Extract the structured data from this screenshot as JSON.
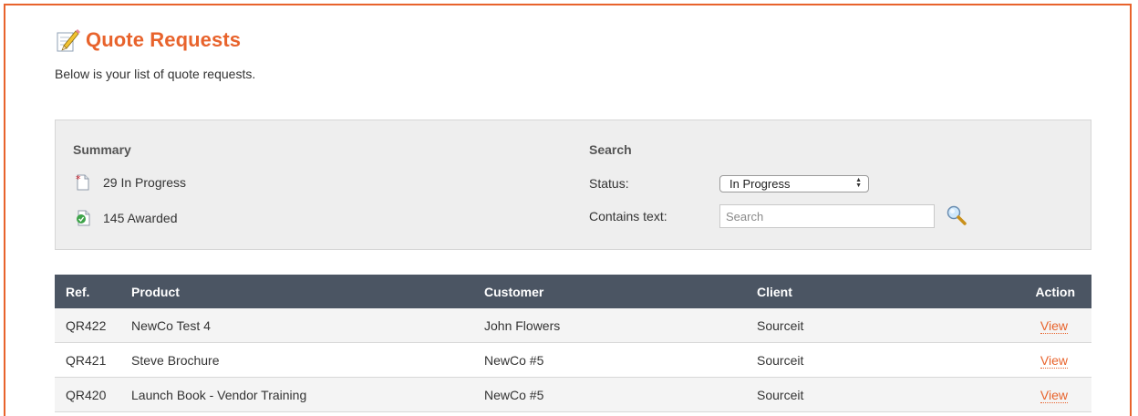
{
  "header": {
    "title": "Quote Requests",
    "subtitle": "Below is your list of quote requests."
  },
  "summary": {
    "title": "Summary",
    "in_progress": "29 In Progress",
    "awarded": "145 Awarded"
  },
  "search": {
    "title": "Search",
    "status_label": "Status:",
    "status_value": "In Progress",
    "contains_label": "Contains text:",
    "contains_placeholder": "Search",
    "contains_value": ""
  },
  "table": {
    "columns": {
      "ref": "Ref.",
      "product": "Product",
      "customer": "Customer",
      "client": "Client",
      "action": "Action"
    },
    "rows": [
      {
        "ref": "QR422",
        "product": "NewCo Test 4",
        "customer": "John Flowers",
        "client": "Sourceit",
        "action": "View"
      },
      {
        "ref": "QR421",
        "product": "Steve Brochure",
        "customer": "NewCo #5",
        "client": "Sourceit",
        "action": "View"
      },
      {
        "ref": "QR420",
        "product": "Launch Book - Vendor Training",
        "customer": "NewCo #5",
        "client": "Sourceit",
        "action": "View"
      }
    ]
  },
  "colors": {
    "accent": "#e8632c",
    "table_header": "#4b5563",
    "panel_bg": "#eeeeee"
  },
  "icons": {
    "title": "pencil-paper-icon",
    "in_progress": "document-red-star-icon",
    "awarded": "document-green-check-icon",
    "search": "magnifier-icon"
  }
}
